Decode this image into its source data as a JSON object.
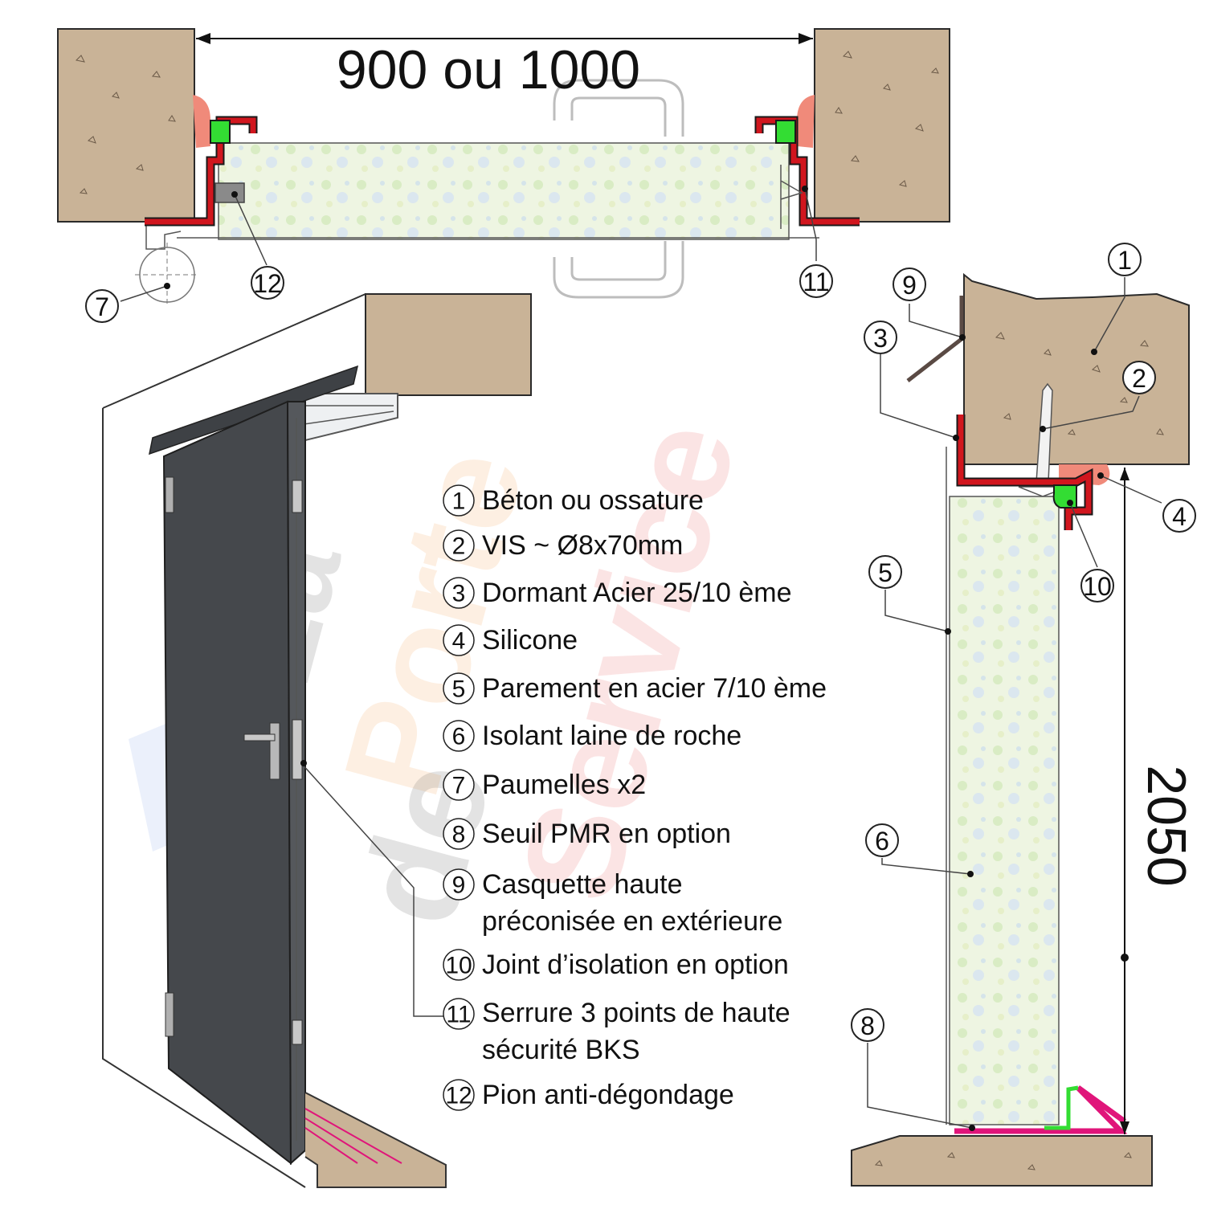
{
  "dimensions": {
    "width_label": "900 ou 1000",
    "height_label": "2050"
  },
  "legend": [
    {
      "num": "1",
      "lines": [
        "Béton ou ossature"
      ]
    },
    {
      "num": "2",
      "lines": [
        "VIS ~ Ø8x70mm"
      ]
    },
    {
      "num": "3",
      "lines": [
        "Dormant Acier 25/10 ème"
      ]
    },
    {
      "num": "4",
      "lines": [
        "Silicone"
      ]
    },
    {
      "num": "5",
      "lines": [
        "Parement en acier 7/10 ème"
      ]
    },
    {
      "num": "6",
      "lines": [
        "Isolant laine de roche"
      ]
    },
    {
      "num": "7",
      "lines": [
        "Paumelles x2"
      ]
    },
    {
      "num": "8",
      "lines": [
        "Seuil PMR en option"
      ]
    },
    {
      "num": "9",
      "lines": [
        "Casquette haute",
        "préconisée en extérieure"
      ]
    },
    {
      "num": "10",
      "lines": [
        "Joint d’isolation en option"
      ]
    },
    {
      "num": "11",
      "lines": [
        "Serrure 3 points de haute",
        "sécurité BKS"
      ]
    },
    {
      "num": "12",
      "lines": [
        "Pion anti-dégondage"
      ]
    }
  ],
  "callouts": {
    "c1": "1",
    "c2": "2",
    "c3": "3",
    "c4": "4",
    "c5": "5",
    "c6": "6",
    "c7": "7",
    "c8": "8",
    "c9": "9",
    "c10": "10",
    "c11": "11",
    "c12": "12"
  },
  "watermark": {
    "line1": "La",
    "line2": "Porte",
    "line3": "de",
    "line4": "Service"
  },
  "colors": {
    "concrete": "#c9b397",
    "frame": "#d1161e",
    "seal": "#33dd33",
    "silicone": "#f08a7a",
    "door": "#45484c",
    "threshold": "#e0157a",
    "insulation": "#eef5e2"
  }
}
